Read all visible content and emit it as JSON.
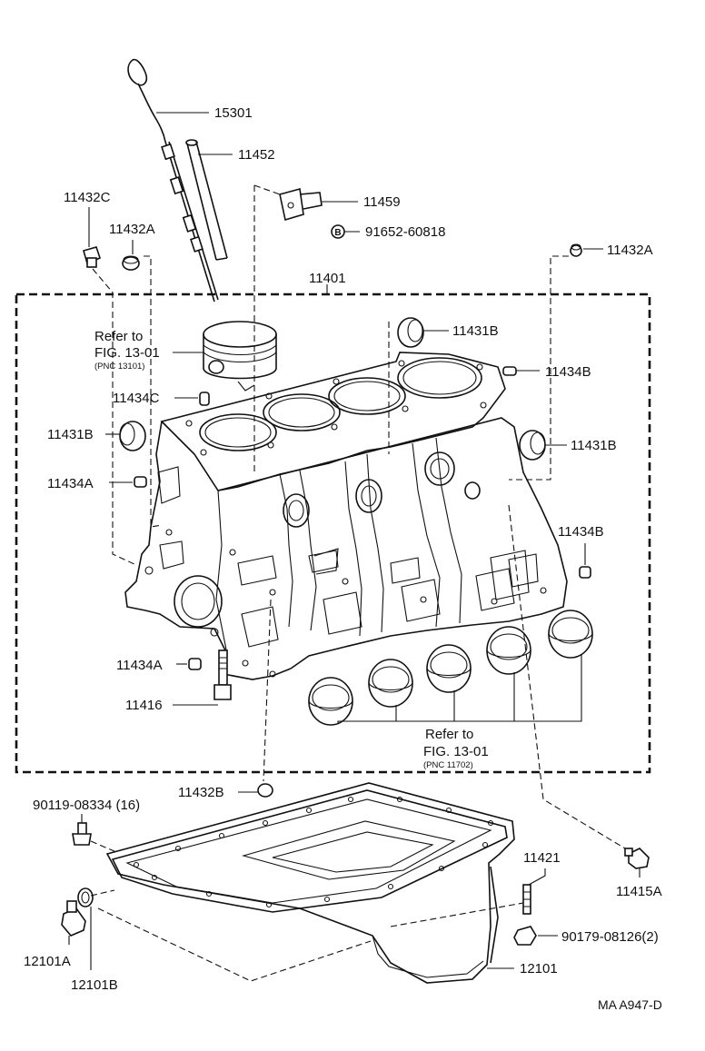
{
  "diagram": {
    "labels": {
      "p15301": "15301",
      "p11452": "11452",
      "p11459": "11459",
      "p91652": "91652-60818",
      "p11432c": "11432C",
      "p11432a_left": "11432A",
      "p11432a_right": "11432A",
      "p11401": "11401",
      "p11431b_top": "11431B",
      "p11434b_top": "11434B",
      "p11434c": "11434C",
      "p11431b_left": "11431B",
      "p11431b_right": "11431B",
      "p11434a_upper": "11434A",
      "p11434b_mid": "11434B",
      "p11434a_lower": "11434A",
      "p11416": "11416",
      "p11432b": "11432B",
      "p90119": "90119-08334 (16)",
      "p11421": "11421",
      "p11415a": "11415A",
      "p90179": "90179-08126(2)",
      "p12101a": "12101A",
      "p12101b": "12101B",
      "p12101": "12101"
    },
    "refs": {
      "piston": {
        "line1": "Refer to",
        "line2": "FIG. 13-01",
        "line3": "(PNC 13101)"
      },
      "bearing": {
        "line1": "Refer to",
        "line2": "FIG. 13-01",
        "line3": "(PNC 11702)"
      }
    },
    "bolt_marker": "B",
    "drawing_code": "MA  A947-D"
  }
}
